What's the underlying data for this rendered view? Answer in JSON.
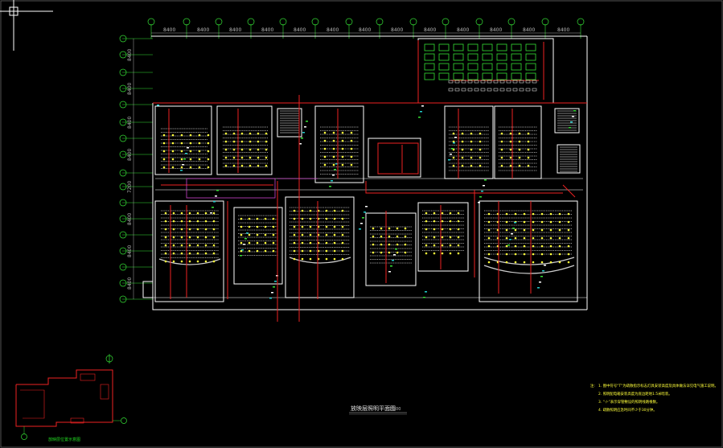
{
  "app": {
    "type": "cad-model-space",
    "background_color": "#000000"
  },
  "colors": {
    "wall": "#ffffff",
    "grid": "#35e035",
    "circuit": "#ee2222",
    "fixture": "#ffff3a",
    "seat": "#cccccc",
    "accent_cyan": "#22cccc",
    "accent_magenta": "#cc44cc"
  },
  "dimensions": {
    "top": [
      "8400",
      "8400",
      "8400",
      "8400",
      "8400",
      "8400",
      "8400",
      "8400",
      "8400",
      "8400",
      "8400",
      "8400",
      "8400"
    ],
    "left": [
      "8400",
      "8400",
      "8400",
      "8400",
      "7200",
      "8400",
      "8400",
      "8400"
    ]
  },
  "drawing": {
    "title": "放映层照明平面图",
    "scale": "1:200"
  },
  "notes": {
    "marker": "注:",
    "lines": [
      "1. 图中符号“T”为疏散指示标志灯具安装高度及具体做法详见电气施工说明。",
      "2. 照明配电箱安装高度为底边距地1.5米暗装。",
      "3. “-/-”表示穿管敷设的照明线路根数。",
      "4. 疏散照明应急时间不少于30分钟。"
    ]
  },
  "keyplan": {
    "label": "放映层位置示意图"
  },
  "icons": [
    "ucs-crosshair-icon",
    "north-arrow-icon"
  ]
}
